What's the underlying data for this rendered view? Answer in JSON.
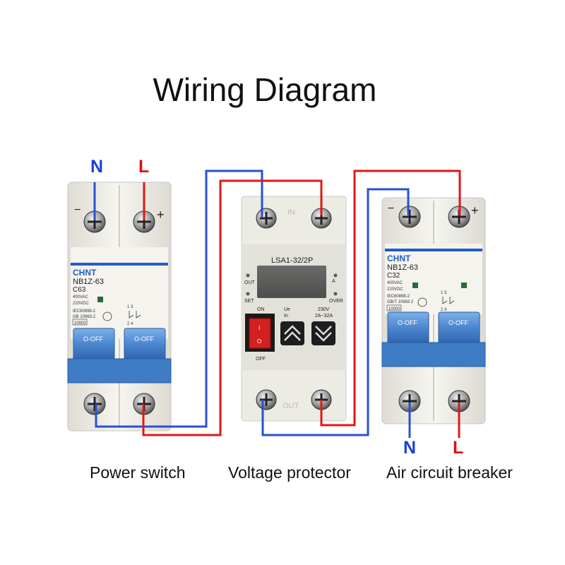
{
  "title": "Wiring Diagram",
  "colors": {
    "neutral_wire": "#2a4fd6",
    "live_wire": "#e01818",
    "switch_blue": "#4a86cf",
    "device_body": "#ecebe4",
    "brand_blue": "#1f5fc4",
    "knob_red": "#d42020"
  },
  "devices": {
    "power_switch": {
      "caption": "Power switch",
      "wire_labels": {
        "n": "N",
        "l": "L"
      },
      "terminal_minus": "−",
      "terminal_plus": "+",
      "brand": "CHNT",
      "model": "NB1Z-63",
      "rating": "C63",
      "voltage_ac": "400VAC",
      "voltage_dc": "220VDC",
      "standard_1": "IEC60898-2",
      "standard_2": "GB 10963.2",
      "capacity": "10000",
      "off_left": "O-OFF",
      "off_right": "O-OFF",
      "pole_numbers": "1 3",
      "pole_numbers_bottom": "2 4"
    },
    "voltage_protector": {
      "caption": "Voltage protector",
      "model": "LSA1-32/2P",
      "led_out": "OUT",
      "led_set": "SET",
      "led_a": "A",
      "led_over": "OVER",
      "switch_on": "ON",
      "switch_off": "OFF",
      "ue": "Ue",
      "in": "In",
      "voltage": "230V",
      "current_range": "2A~32A",
      "knob_i": "I",
      "knob_o": "O",
      "top_mark": "IN",
      "bottom_mark": "OUT"
    },
    "air_circuit_breaker": {
      "caption": "Air circuit breaker",
      "wire_labels": {
        "n": "N",
        "l": "L"
      },
      "terminal_minus": "−",
      "terminal_plus": "+",
      "brand": "CHNT",
      "model": "NB1Z-63",
      "rating": "C32",
      "voltage_ac": "400VAC",
      "voltage_dc": "220VDC",
      "standard_1": "IEC60898-2",
      "standard_2": "GB/T 10963.2",
      "capacity": "10000",
      "off_left": "O-OFF",
      "off_right": "O-OFF",
      "pole_numbers": "1 3",
      "pole_numbers_bottom": "2 4"
    }
  }
}
